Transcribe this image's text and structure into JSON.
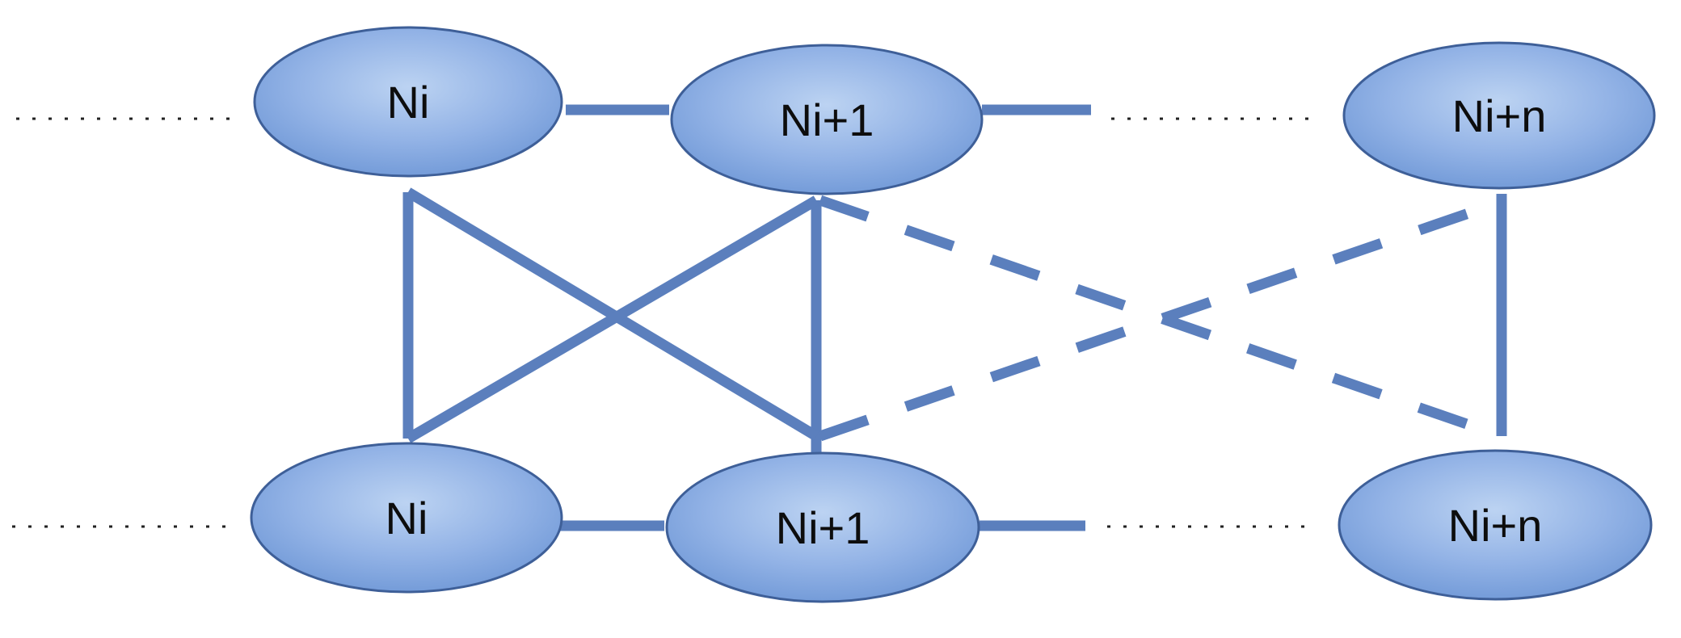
{
  "diagram": {
    "nodes": [
      {
        "id": "top-1",
        "label": "Ni"
      },
      {
        "id": "top-2",
        "label": "Ni+1"
      },
      {
        "id": "top-3",
        "label": "Ni+n"
      },
      {
        "id": "bottom-1",
        "label": "Ni"
      },
      {
        "id": "bottom-2",
        "label": "Ni+1"
      },
      {
        "id": "bottom-3",
        "label": "Ni+n"
      }
    ],
    "colors": {
      "node_fill_light": "#bcd3f2",
      "node_fill_dark": "#6e97d6",
      "node_stroke": "#3e5f98",
      "edge": "#5b7fbd",
      "dotted": "#222222",
      "text": "#0d0d0d"
    }
  }
}
